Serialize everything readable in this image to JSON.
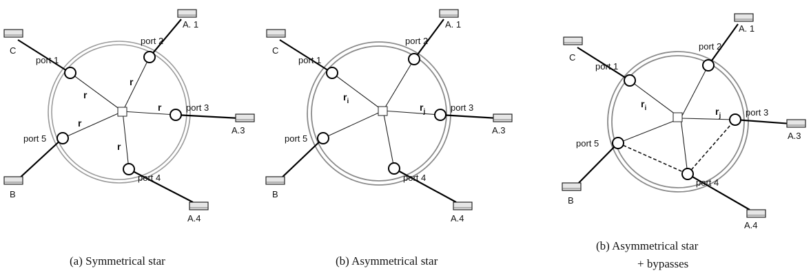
{
  "panels": [
    {
      "id": "symmetrical",
      "caption": "(a)  Symmetrical star",
      "caption_line2": "",
      "port_labels": [
        "port 1",
        "port 2",
        "port 3",
        "port 4",
        "port 5"
      ],
      "host_labels": [
        "C",
        "A. 1",
        "A.3",
        "A.4",
        "B"
      ],
      "radius_labels": [
        "r",
        "r",
        "r",
        "r",
        "r"
      ],
      "bypasses": false
    },
    {
      "id": "asymmetrical",
      "caption": "(b)  Asymmetrical star",
      "caption_line2": "",
      "port_labels": [
        "port 1",
        "port 2",
        "port 3",
        "port 4",
        "port 5"
      ],
      "host_labels": [
        "C",
        "A. 1",
        "A.3",
        "A.4",
        "B"
      ],
      "radius_labels": [
        "r",
        "r"
      ],
      "radius_subscripts": [
        "i",
        "j"
      ],
      "bypasses": false
    },
    {
      "id": "asymmetrical-bypasses",
      "caption": "(b)  Asymmetrical star",
      "caption_line2": "+ bypasses",
      "port_labels": [
        "port 1",
        "port 2",
        "port 3",
        "port 4",
        "port 5"
      ],
      "host_labels": [
        "C",
        "A. 1",
        "A.3",
        "A.4",
        "B"
      ],
      "radius_labels": [
        "r",
        "r"
      ],
      "radius_subscripts": [
        "i",
        "j"
      ],
      "bypasses": true
    }
  ]
}
